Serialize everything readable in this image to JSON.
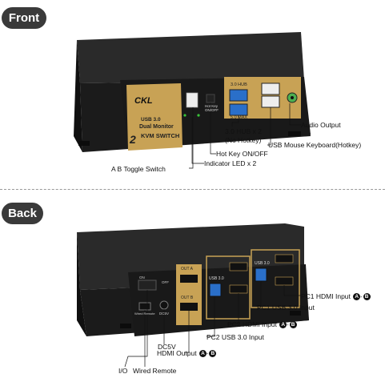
{
  "front": {
    "title": "Front",
    "logo": "CKL",
    "faceplate_lines": [
      "USB 3.0",
      "Dual Monitor",
      "KVM SWITCH"
    ],
    "model_mark": "2",
    "hub_top_label": "3.0 HUB",
    "hub_bottom_label": "5.0 MAX",
    "hotkey_small": "Hot Key ON/OFF",
    "callouts": {
      "audio_output": "Audio Output",
      "usb_mouse_keyboard": "USB Mouse Keyboard(Hotkey)",
      "hub_line1": "3.0 HUB x 2",
      "hub_line2": "(No Hotkey)",
      "hotkey_onoff": "Hot Key ON/OFF",
      "indicator_led": "Indicator LED x 2",
      "ab_toggle": "A B Toggle Switch"
    }
  },
  "back": {
    "title": "Back",
    "port_labels": {
      "out_a": "OUT A",
      "out_b": "OUT B",
      "usb30_pc2": "USB 3.0",
      "usb30_pc1": "USB 3.0",
      "dc5v": "DC5V",
      "wired_remote_small": "Wired Remote",
      "on": "ON",
      "off": "OFF"
    },
    "callouts": {
      "pc1_hdmi": "PC1 HDMI Input",
      "pc1_usb": "PC1 USB 3.0 Input",
      "pc2_hdmi": "PC2 HDMI Input",
      "pc2_usb": "PC2 USB 3.0 Input",
      "hdmi_output": "HDMI Output",
      "dc5v": "DC5V",
      "io": "I/O",
      "wired_remote": "Wired Remote"
    },
    "badge_a": "A",
    "badge_b": "B"
  },
  "colors": {
    "gold": "#c8a255",
    "body": "#1e1e1e",
    "pill": "#3a3a3a",
    "usb_blue": "#2a6fc9"
  }
}
